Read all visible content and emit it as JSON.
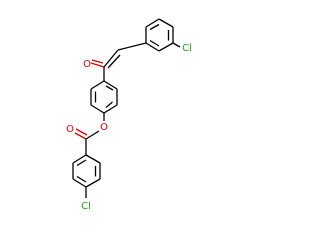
{
  "atoms": {
    "o_ketone": {
      "text": "O",
      "color": "#e00000"
    },
    "cl_top": {
      "text": "Cl",
      "color": "#1ea51e"
    },
    "o_ester_ring": {
      "text": "O",
      "color": "#e00000"
    },
    "o_carbonyl": {
      "text": "O",
      "color": "#e00000"
    },
    "cl_bottom": {
      "text": "Cl",
      "color": "#1ea51e"
    }
  }
}
